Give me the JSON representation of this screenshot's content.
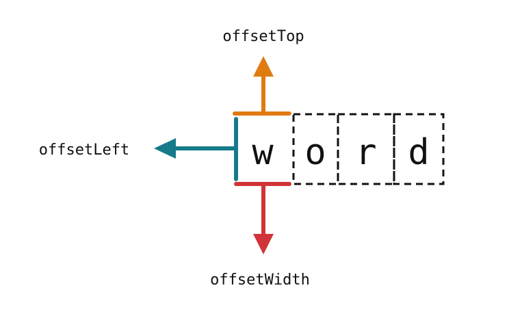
{
  "labels": {
    "top": "offsetTop",
    "left": "offsetLeft",
    "width": "offsetWidth"
  },
  "word": {
    "letters": [
      "w",
      "o",
      "r",
      "d"
    ]
  },
  "colors": {
    "top_arrow": "#E07B12",
    "left_arrow": "#167A8A",
    "width_arrow": "#D13438",
    "box_border": "#111111",
    "text": "#111111"
  }
}
